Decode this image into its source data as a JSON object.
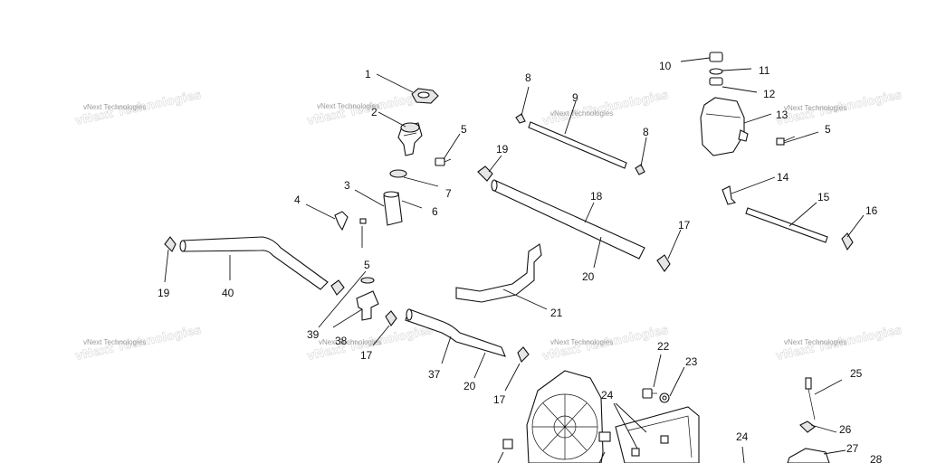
{
  "watermark_text": "vNext Technologies",
  "callouts": {
    "c1": "1",
    "c2": "2",
    "c3": "3",
    "c4": "4",
    "c5a": "5",
    "c5b": "5",
    "c5c": "5",
    "c6": "6",
    "c7": "7",
    "c8a": "8",
    "c8b": "8",
    "c9": "9",
    "c10": "10",
    "c11": "11",
    "c12": "12",
    "c13": "13",
    "c14": "14",
    "c15": "15",
    "c16": "16",
    "c17a": "17",
    "c17b": "17",
    "c17c": "17",
    "c18": "18",
    "c19a": "19",
    "c19b": "19",
    "c20a": "20",
    "c20b": "20",
    "c21": "21",
    "c22": "22",
    "c23": "23",
    "c24a": "24",
    "c24b": "24",
    "c25": "25",
    "c26": "26",
    "c27": "27",
    "c28": "28",
    "c37": "37",
    "c38": "38",
    "c39": "39",
    "c40": "40"
  },
  "icons": {
    "clamp": "hose-clamp-icon",
    "bolt": "bolt-icon",
    "cap": "radiator-cap-icon",
    "fan": "cooling-fan-icon"
  }
}
